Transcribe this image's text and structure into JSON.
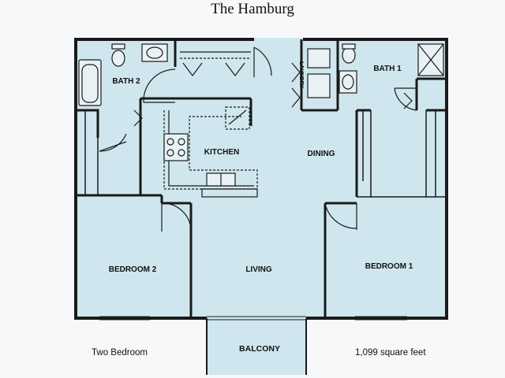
{
  "title": "The Hamburg",
  "rooms": {
    "bath2": "BATH 2",
    "bath1": "BATH 1",
    "laundry": "LAUNDRY",
    "kitchen": "KITCHEN",
    "dining": "DINING",
    "bedroom2": "BEDROOM 2",
    "living": "LIVING",
    "bedroom1": "BEDROOM 1",
    "balcony": "BALCONY"
  },
  "footer": {
    "unit_type": "Two Bedroom",
    "area": "1,099 square feet"
  },
  "colors": {
    "floor": "#cfe6ee",
    "wall": "#1a1a1a",
    "background": "#f7f8fa"
  }
}
